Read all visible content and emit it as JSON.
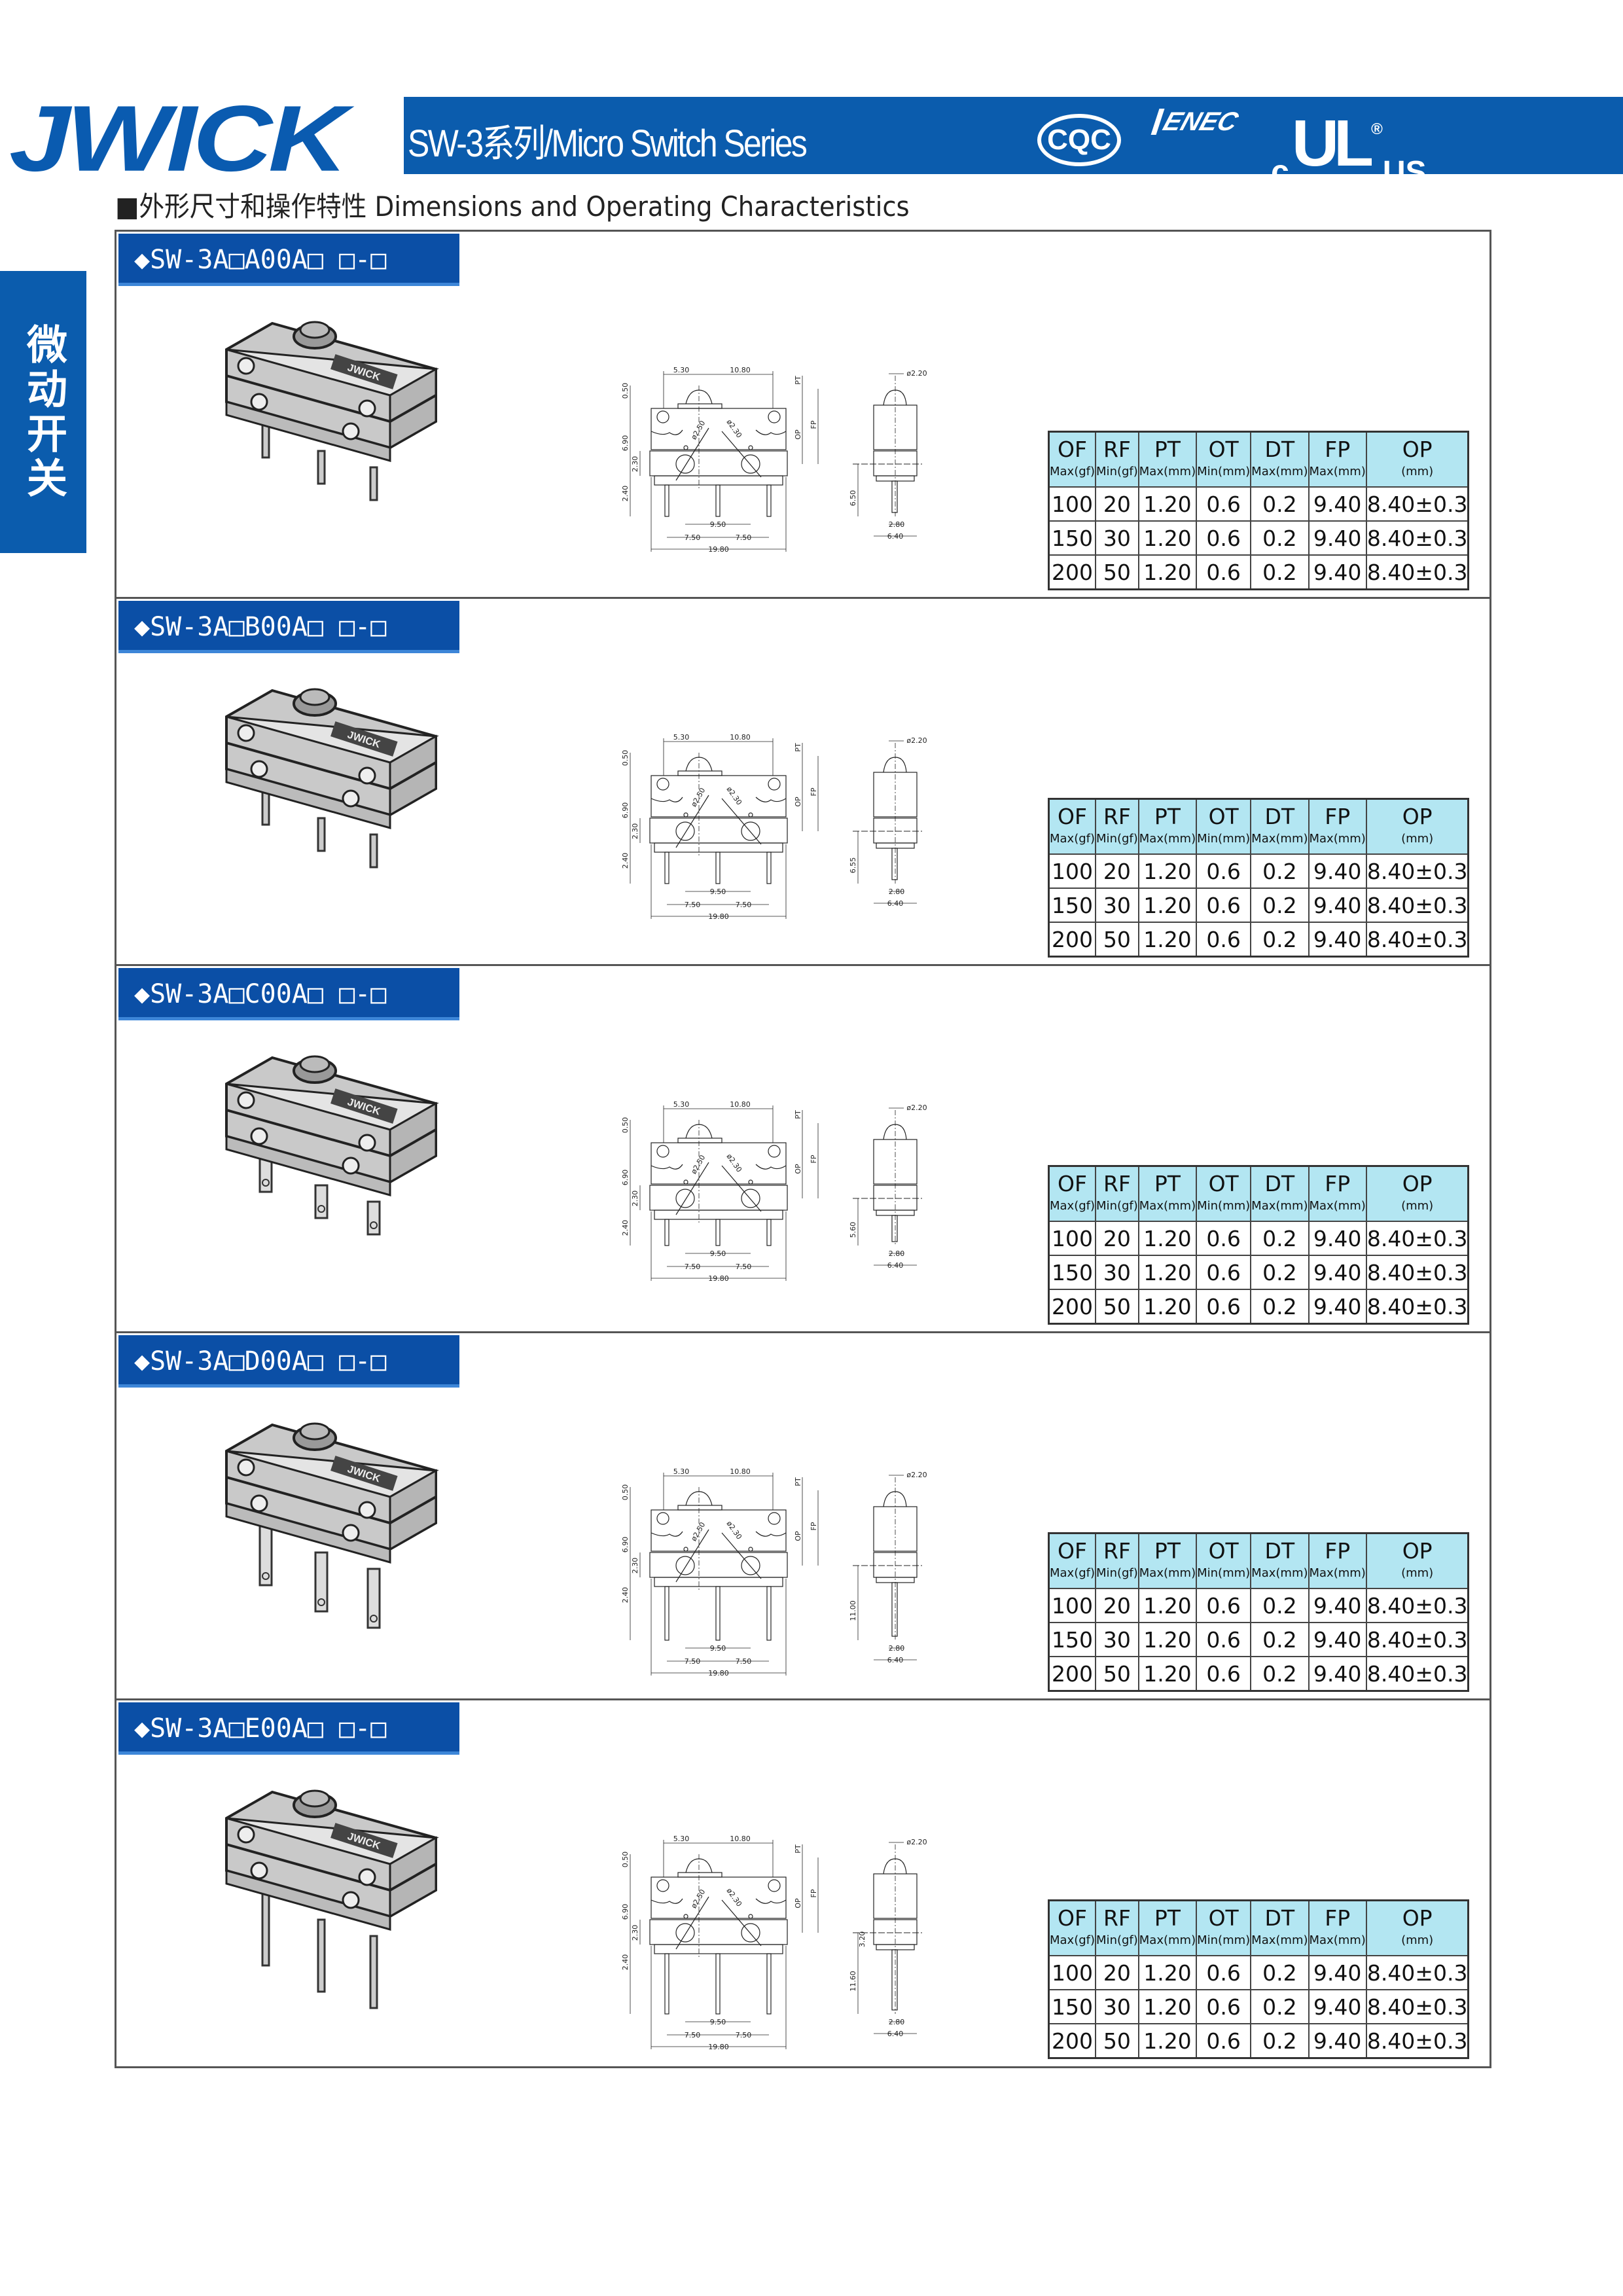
{
  "header": {
    "logo": "JWICK",
    "title": "SW-3系列/Micro Switch Series",
    "cert_cqc": "CQC",
    "cert_enec": "ENEC",
    "cert_ul_c": "c",
    "cert_ul_mark": "UL",
    "cert_ul_reg": "®",
    "cert_ul_us": "US"
  },
  "subtitle": "■外形尺寸和操作特性 Dimensions and Operating Characteristics",
  "side_tab": "微动开关",
  "table_header": [
    {
      "name": "OF",
      "unit": "Max(gf)"
    },
    {
      "name": "RF",
      "unit": "Min(gf)"
    },
    {
      "name": "PT",
      "unit": "Max(mm)"
    },
    {
      "name": "OT",
      "unit": "Min(mm)"
    },
    {
      "name": "DT",
      "unit": "Max(mm)"
    },
    {
      "name": "FP",
      "unit": "Max(mm)"
    },
    {
      "name": "OP",
      "unit": "(mm)"
    }
  ],
  "drawing": {
    "d530": "5.30",
    "d1080": "10.80",
    "d050": "0.50",
    "d690": "6.90",
    "d230": "2.30",
    "d240": "2.40",
    "phi250": "ø2.50",
    "phi230": "ø2.30",
    "d950": "9.50",
    "d750a": "7.50",
    "d750b": "7.50",
    "d1980": "19.80",
    "pt": "PT",
    "op": "OP",
    "fp": "FP",
    "phi220": "ø2.20",
    "d280": "2.80",
    "d640": "6.40"
  },
  "sections": [
    {
      "label": "◆SW-3A□A00A□ □-□",
      "lead_dim": "6.50",
      "lead_dim2": "",
      "rows": [
        [
          "100",
          "20",
          "1.20",
          "0.6",
          "0.2",
          "9.40",
          "8.40±0.3"
        ],
        [
          "150",
          "30",
          "1.20",
          "0.6",
          "0.2",
          "9.40",
          "8.40±0.3"
        ],
        [
          "200",
          "50",
          "1.20",
          "0.6",
          "0.2",
          "9.40",
          "8.40±0.3"
        ]
      ]
    },
    {
      "label": "◆SW-3A□B00A□ □-□",
      "lead_dim": "6.55",
      "lead_dim2": "",
      "rows": [
        [
          "100",
          "20",
          "1.20",
          "0.6",
          "0.2",
          "9.40",
          "8.40±0.3"
        ],
        [
          "150",
          "30",
          "1.20",
          "0.6",
          "0.2",
          "9.40",
          "8.40±0.3"
        ],
        [
          "200",
          "50",
          "1.20",
          "0.6",
          "0.2",
          "9.40",
          "8.40±0.3"
        ]
      ]
    },
    {
      "label": "◆SW-3A□C00A□ □-□",
      "lead_dim": "5.60",
      "lead_dim2": "",
      "rows": [
        [
          "100",
          "20",
          "1.20",
          "0.6",
          "0.2",
          "9.40",
          "8.40±0.3"
        ],
        [
          "150",
          "30",
          "1.20",
          "0.6",
          "0.2",
          "9.40",
          "8.40±0.3"
        ],
        [
          "200",
          "50",
          "1.20",
          "0.6",
          "0.2",
          "9.40",
          "8.40±0.3"
        ]
      ]
    },
    {
      "label": "◆SW-3A□D00A□ □-□",
      "lead_dim": "11.00",
      "lead_dim2": "",
      "rows": [
        [
          "100",
          "20",
          "1.20",
          "0.6",
          "0.2",
          "9.40",
          "8.40±0.3"
        ],
        [
          "150",
          "30",
          "1.20",
          "0.6",
          "0.2",
          "9.40",
          "8.40±0.3"
        ],
        [
          "200",
          "50",
          "1.20",
          "0.6",
          "0.2",
          "9.40",
          "8.40±0.3"
        ]
      ]
    },
    {
      "label": "◆SW-3A□E00A□ □-□",
      "lead_dim": "11.60",
      "lead_dim2": "3.20",
      "rows": [
        [
          "100",
          "20",
          "1.20",
          "0.6",
          "0.2",
          "9.40",
          "8.40±0.3"
        ],
        [
          "150",
          "30",
          "1.20",
          "0.6",
          "0.2",
          "9.40",
          "8.40±0.3"
        ],
        [
          "200",
          "50",
          "1.20",
          "0.6",
          "0.2",
          "9.40",
          "8.40±0.3"
        ]
      ]
    }
  ]
}
